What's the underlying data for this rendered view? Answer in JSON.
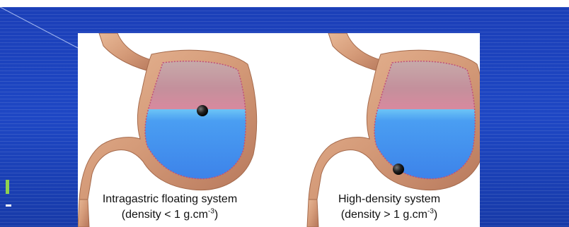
{
  "panels": {
    "left": {
      "title": "Intragastric floating system",
      "density_prefix": "(density ",
      "density_operator": "<",
      "density_value": " 1 g.cm",
      "density_exponent": "-3",
      "density_suffix": ")"
    },
    "right": {
      "title": "High-density system",
      "density_prefix": "(density ",
      "density_operator": ">",
      "density_value": " 1 g.cm",
      "density_exponent": "-3",
      "density_suffix": ")"
    }
  },
  "colors": {
    "slide_background": "#1e47c4",
    "stomach_wall": "#d9a07e",
    "gas_zone": "#c0949e",
    "fluid": "#3f8ef0",
    "fluid_top": "#63b8f4",
    "pill": "#1a1a1a",
    "accent_bar": "#8fd14f"
  }
}
